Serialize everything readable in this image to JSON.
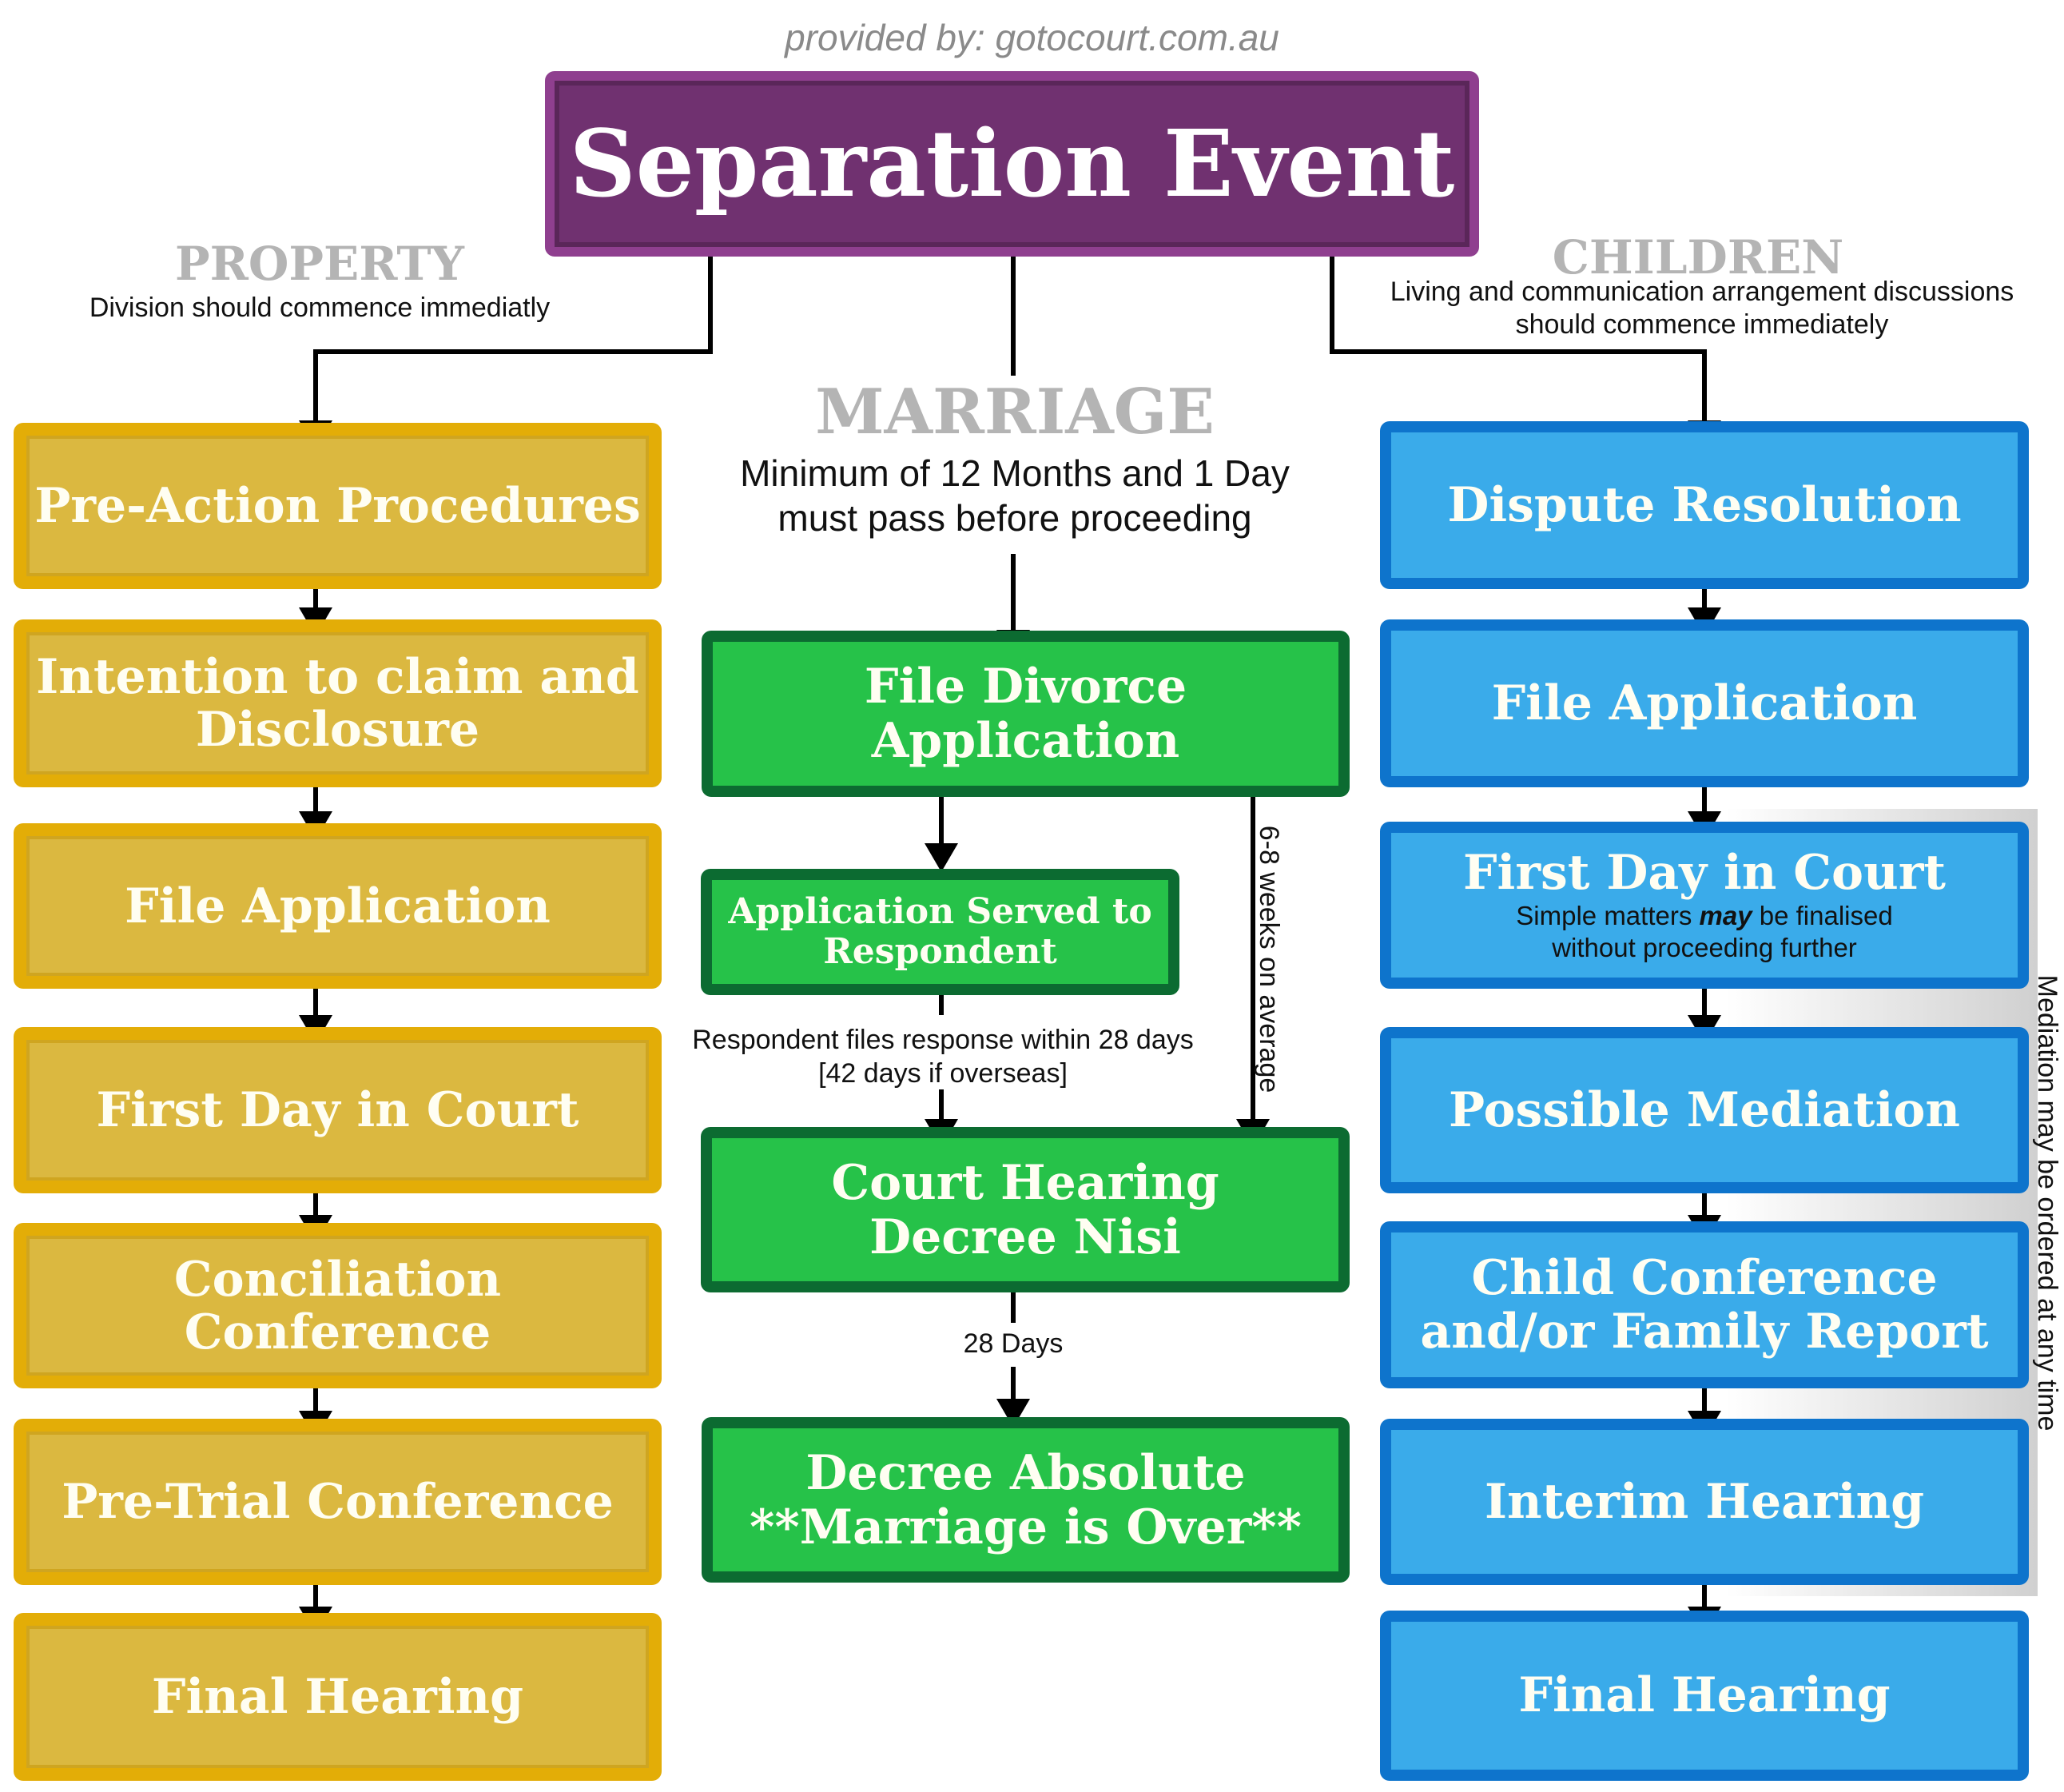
{
  "provided_by": "provided by: gotocourt.com.au",
  "title": "Separation Event",
  "property": {
    "heading": "PROPERTY",
    "subtitle": "Division should commence immediatly",
    "steps": [
      "Pre-Action Procedures",
      "Intention to claim and Disclosure",
      "File Application",
      "First Day in Court",
      "Conciliation Conference",
      "Pre-Trial Conference",
      "Final Hearing"
    ],
    "colors": {
      "fill": "#dbb840",
      "border": "#e3ad07"
    }
  },
  "marriage": {
    "heading": "MARRIAGE",
    "subtitle_line1": "Minimum of 12 Months and 1 Day",
    "subtitle_line2": "must pass before proceeding",
    "file_divorce": "File Divorce Application",
    "served": "Application Served to Respondent",
    "response_line1": "Respondent files response within 28 days",
    "response_line2": "[42 days if overseas]",
    "weeks_note": "6-8 weeks on average",
    "hearing_line1": "Court Hearing",
    "hearing_line2": "Decree Nisi",
    "days_note": "28 Days",
    "absolute_line1": "Decree Absolute",
    "absolute_line2": "**Marriage is Over**",
    "colors": {
      "fill": "#26c249",
      "border": "#0c6b31"
    }
  },
  "children": {
    "heading": "CHILDREN",
    "subtitle_line1": "Living and communication arrangement discussions",
    "subtitle_line2": "should commence immediately",
    "dispute": "Dispute Resolution",
    "file_app": "File Application",
    "first_day": "First Day in Court",
    "first_day_note_pre": "Simple matters ",
    "first_day_note_em": "may",
    "first_day_note_post": " be finalised",
    "first_day_note_line2": "without proceeding further",
    "mediation": "Possible Mediation",
    "conference_line1": "Child Conference",
    "conference_line2": "and/or Family Report",
    "interim": "Interim Hearing",
    "final": "Final Hearing",
    "side_note": "Mediation may be ordered at any time",
    "colors": {
      "fill": "#3aabea",
      "border": "#0e74cc"
    }
  },
  "title_colors": {
    "fill": "#703170",
    "border": "#8f3f8f"
  }
}
